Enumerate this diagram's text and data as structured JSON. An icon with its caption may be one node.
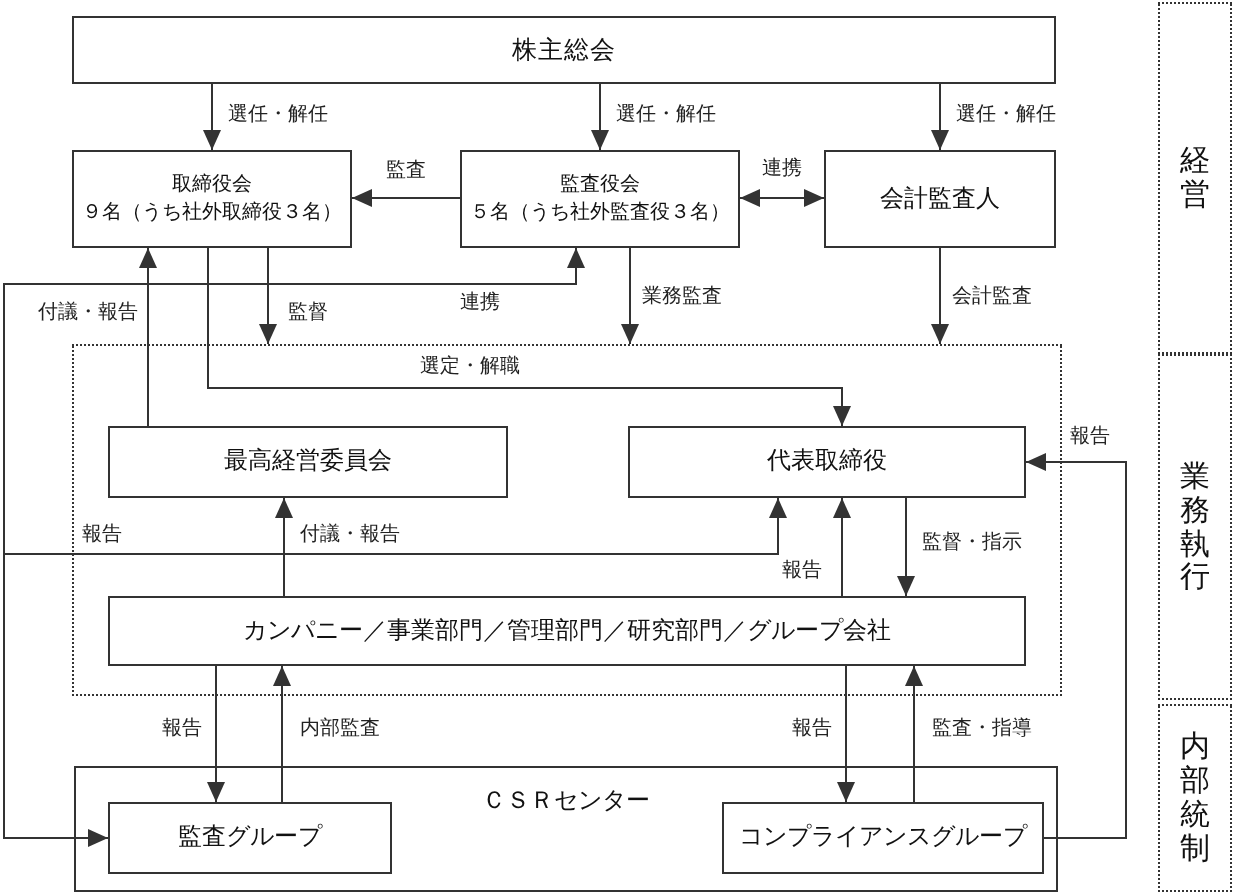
{
  "diagram": {
    "nodes": [
      {
        "text": [
          "株主総会"
        ]
      },
      {
        "text": [
          "取締役会",
          "９名（うち社外取締役３名）"
        ]
      },
      {
        "text": [
          "監査役会",
          "５名（うち社外監査役３名）"
        ]
      },
      {
        "text": [
          "会計監査人"
        ]
      },
      {
        "text": [],
        "shape": "box"
      },
      {
        "text": [
          "最高経営委員会"
        ],
        "in": 4
      },
      {
        "text": [
          "代表取締役"
        ],
        "in": 4
      },
      {
        "text": [
          "カンパニー／事業部門／管理部門／研究部門／グループ会社"
        ],
        "in": 4
      },
      {
        "text": [
          "ＣＳＲセンター"
        ]
      },
      {
        "text": [
          "監査グループ"
        ],
        "in": 8
      },
      {
        "text": [
          "コンプライアンスグループ"
        ],
        "in": 8
      },
      {
        "text": [
          "経営"
        ]
      },
      {
        "text": [
          "業務執行"
        ]
      },
      {
        "text": [
          "内部統制"
        ]
      }
    ],
    "edges": [
      {
        "from": 0,
        "to": 1,
        "arrow": "to",
        "label": "選任・解任"
      },
      {
        "from": 0,
        "to": 2,
        "arrow": "to",
        "label": "選任・解任"
      },
      {
        "from": 0,
        "to": 3,
        "arrow": "to",
        "label": "選任・解任"
      },
      {
        "from": 2,
        "to": 1,
        "arrow": "to",
        "label": "監査"
      },
      {
        "from": 2,
        "to": 3,
        "arrow": "both",
        "label": "連携"
      },
      {
        "from": 1,
        "to": 4,
        "arrow": "to",
        "label": "監督"
      },
      {
        "from": 2,
        "to": 4,
        "arrow": "to",
        "label": "業務監査"
      },
      {
        "from": 3,
        "to": 4,
        "arrow": "to",
        "label": "会計監査"
      },
      {
        "from": 1,
        "to": 6,
        "arrow": "to",
        "label": "選定・解職"
      },
      {
        "from": 5,
        "to": 1,
        "arrow": "to",
        "label": "付議・報告"
      },
      {
        "from": 2,
        "to": 9,
        "arrow": "both",
        "label": "連携"
      },
      {
        "from": 9,
        "to": 6,
        "arrow": "to",
        "label": "報告"
      },
      {
        "from": 10,
        "to": 6,
        "arrow": "to",
        "label": "報告"
      },
      {
        "from": 6,
        "to": 7,
        "arrow": "to",
        "label": "監督・指示"
      },
      {
        "from": 7,
        "to": 6,
        "arrow": "to",
        "label": "報告"
      },
      {
        "from": 7,
        "to": 5,
        "arrow": "to",
        "label": "付議・報告"
      },
      {
        "from": 7,
        "to": 9,
        "arrow": "to",
        "label": "報告"
      },
      {
        "from": 9,
        "to": 7,
        "arrow": "to",
        "label": "内部監査"
      },
      {
        "from": 7,
        "to": 10,
        "arrow": "to",
        "label": "報告"
      },
      {
        "from": 10,
        "to": 7,
        "arrow": "to",
        "label": "監査・指導"
      }
    ]
  }
}
